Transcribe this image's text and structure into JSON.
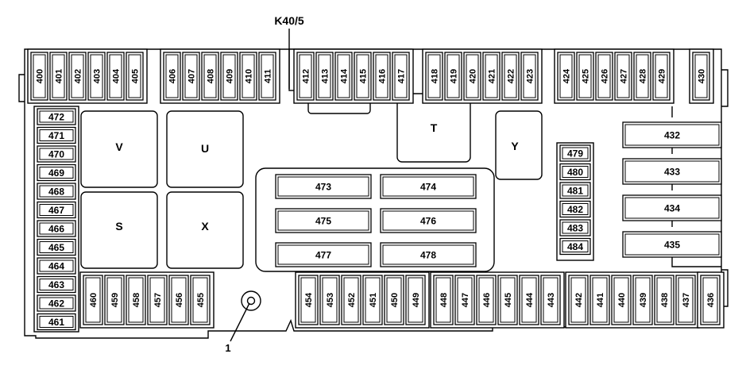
{
  "connector_label": "K40/5",
  "callout_label": "1",
  "relays": [
    "V",
    "U",
    "S",
    "X",
    "T",
    "Y"
  ],
  "top_row_groups": [
    [
      "400",
      "401",
      "402",
      "403",
      "404",
      "405"
    ],
    [
      "406",
      "407",
      "408",
      "409",
      "410",
      "411"
    ],
    [
      "412",
      "413",
      "414",
      "415",
      "416",
      "417"
    ],
    [
      "418",
      "419",
      "420",
      "421",
      "422",
      "423"
    ],
    [
      "424",
      "425",
      "426",
      "427",
      "428",
      "429"
    ],
    [
      "430"
    ]
  ],
  "left_column": [
    "472",
    "471",
    "470",
    "469",
    "468",
    "467",
    "466",
    "465",
    "464",
    "463",
    "462",
    "461"
  ],
  "center_fuses": [
    "473",
    "474",
    "475",
    "476",
    "477",
    "478"
  ],
  "right_column": [
    "479",
    "480",
    "481",
    "482",
    "483",
    "484"
  ],
  "right_large_fuses": [
    "432",
    "433",
    "434",
    "435"
  ],
  "bottom_row_groups": [
    [
      "460",
      "459",
      "458",
      "457",
      "456",
      "455"
    ],
    [
      "454",
      "453",
      "452",
      "451",
      "450",
      "449"
    ],
    [
      "448",
      "447",
      "446",
      "445",
      "444",
      "443"
    ],
    [
      "442",
      "441",
      "440",
      "439",
      "438",
      "437"
    ],
    [
      "436"
    ]
  ]
}
